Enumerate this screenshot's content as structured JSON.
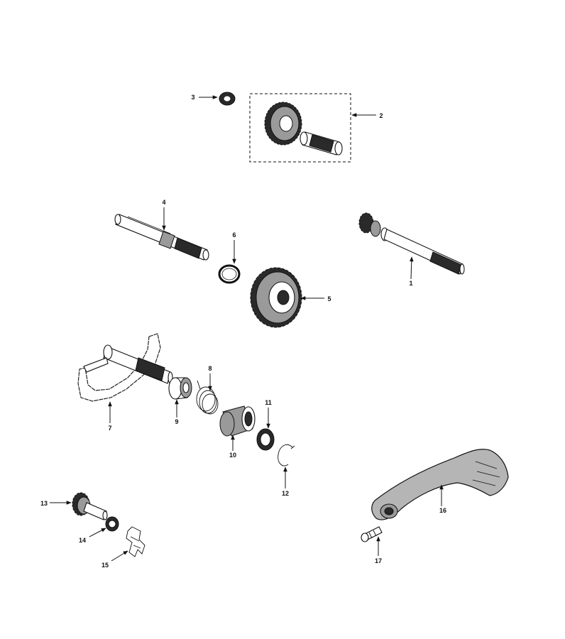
{
  "callouts": {
    "c1": "1",
    "c2": "2",
    "c3": "3",
    "c4": "4",
    "c5": "5",
    "c6": "6",
    "c7": "7",
    "c8": "8",
    "c9": "9",
    "c10": "10",
    "c11": "11",
    "c12": "12",
    "c13": "13",
    "c14": "14",
    "c15": "15",
    "c16": "16",
    "c17": "17"
  },
  "colors": {
    "ink": "#111111",
    "shade": "#9a9a9a",
    "dark": "#2a2a2a",
    "background": "#ffffff"
  },
  "icons": {
    "arrowhead": "arrow-head-icon"
  }
}
